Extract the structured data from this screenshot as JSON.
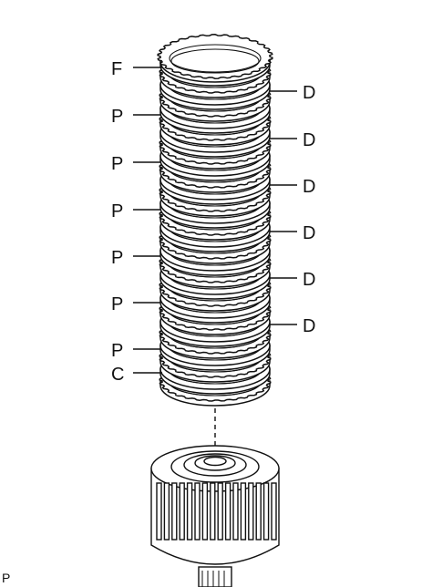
{
  "figure": {
    "labels_left": [
      "F",
      "P",
      "P",
      "P",
      "P",
      "P",
      "P",
      "C"
    ],
    "labels_right": [
      "D",
      "D",
      "D",
      "D",
      "D",
      "D"
    ],
    "footer_mark": "P"
  }
}
